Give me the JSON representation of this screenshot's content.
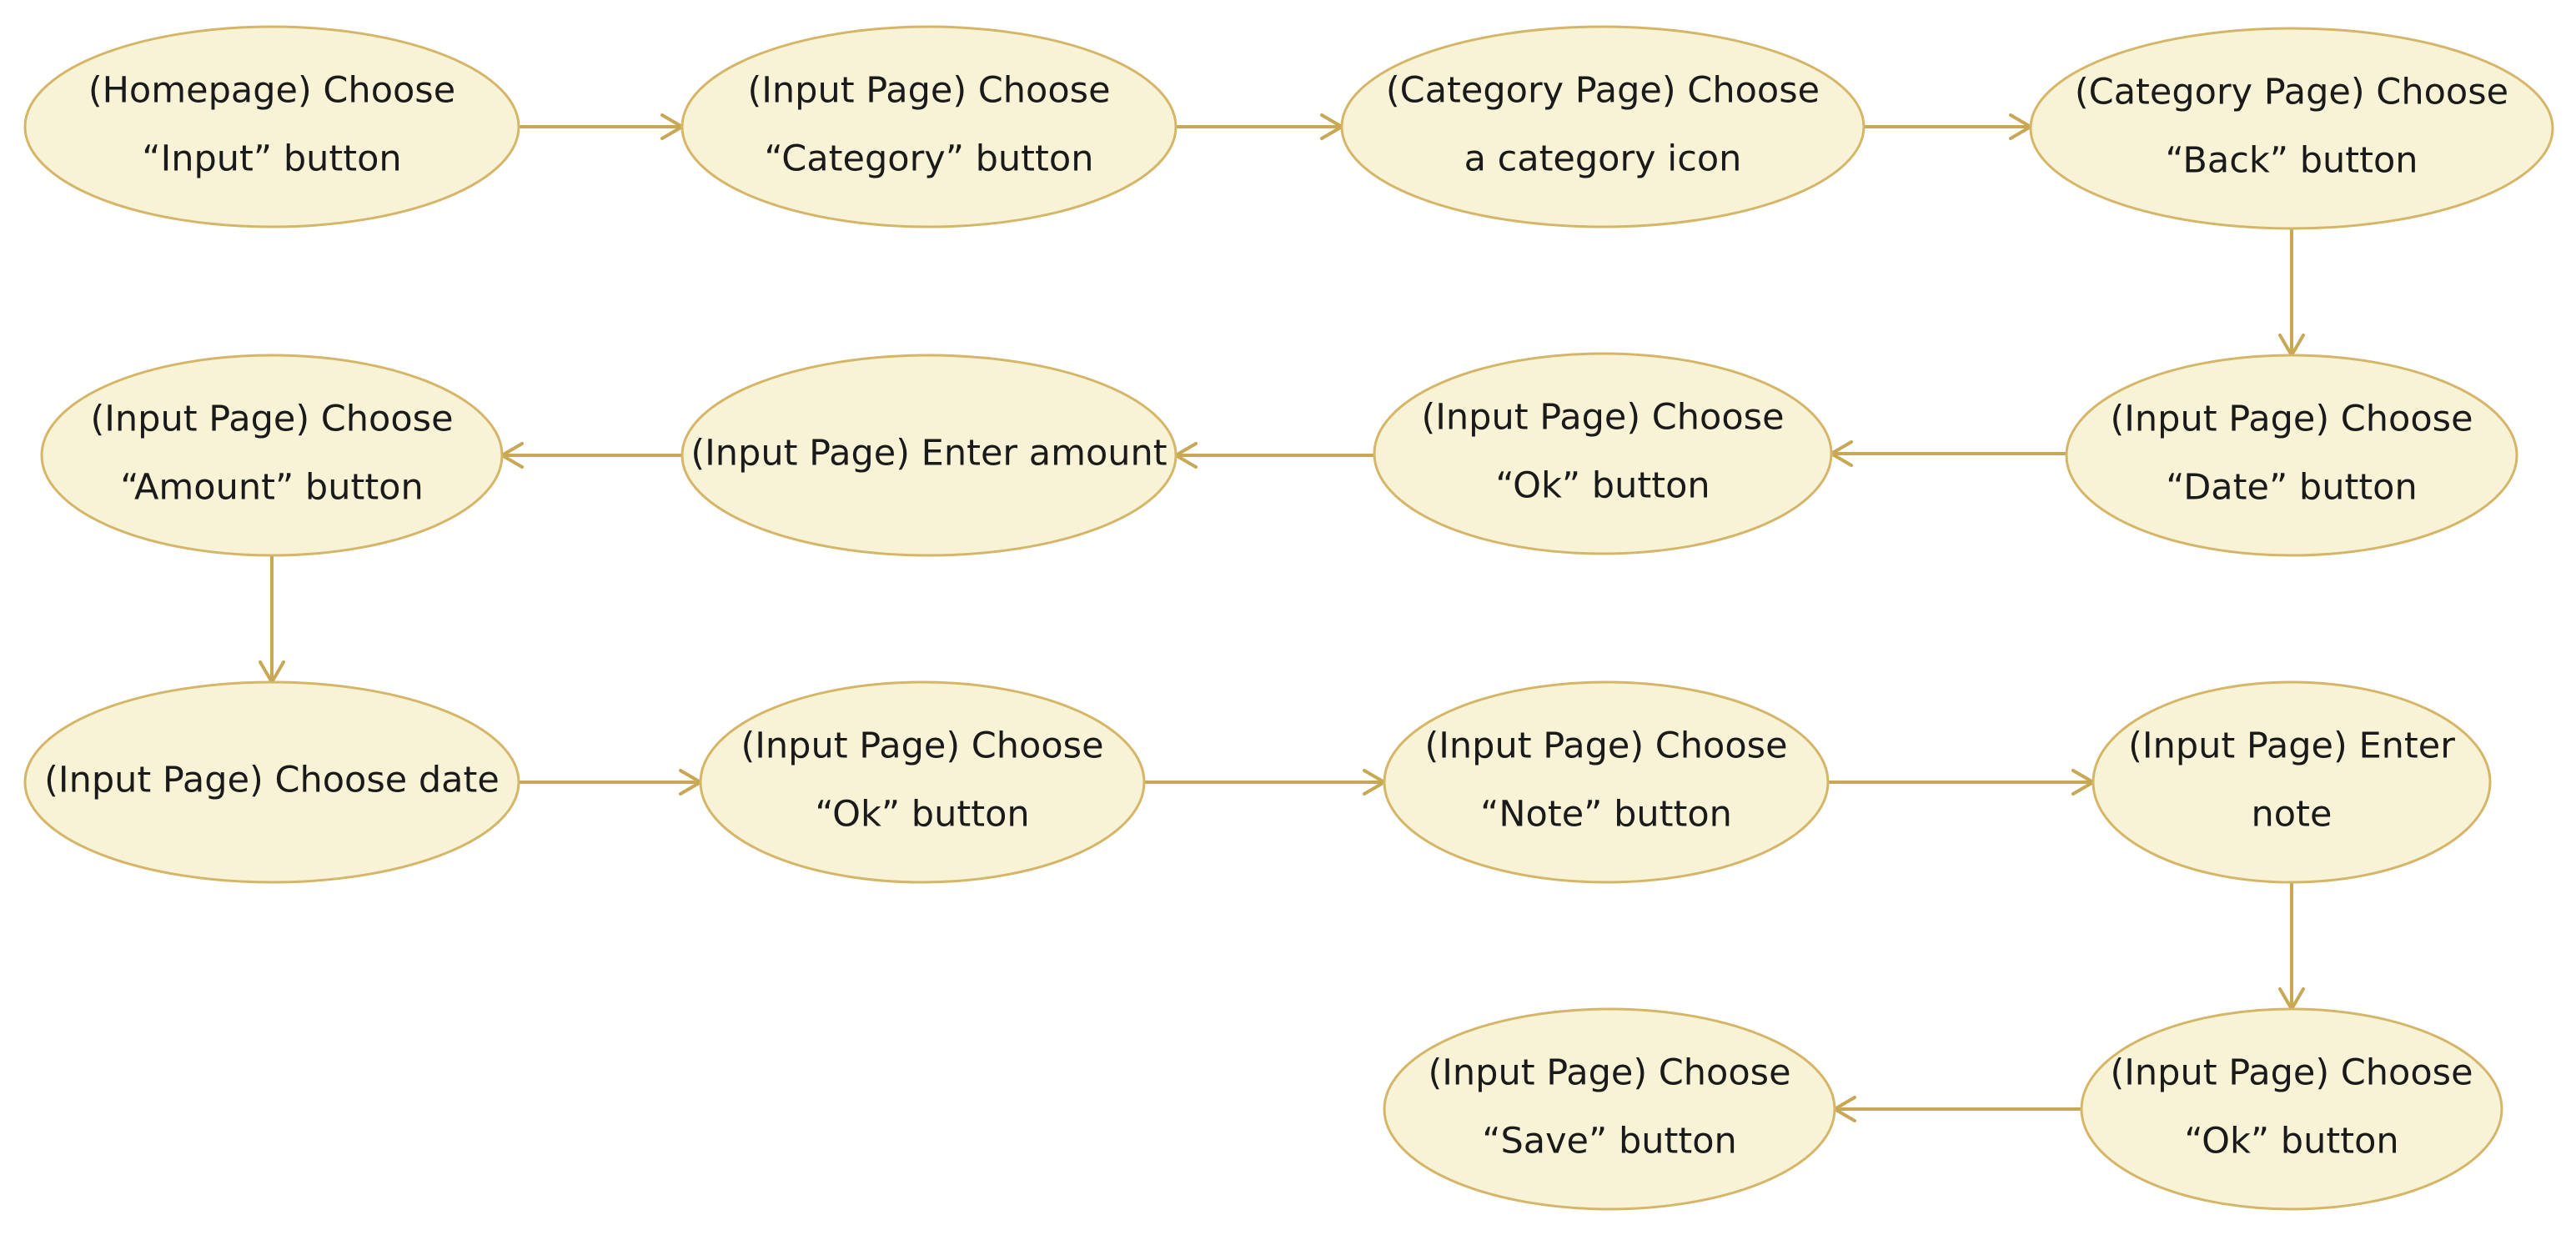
{
  "colors": {
    "node_fill": "#f8f3d7",
    "node_stroke": "#d5b668",
    "edge": "#c8a755",
    "text": "#1a1a1a"
  },
  "nodes": [
    {
      "id": "n1",
      "lines": [
        "(Homepage) Choose",
        "“Input” button"
      ]
    },
    {
      "id": "n2",
      "lines": [
        "(Input Page) Choose",
        "“Category” button"
      ]
    },
    {
      "id": "n3",
      "lines": [
        "(Category Page) Choose",
        "a category icon"
      ]
    },
    {
      "id": "n4",
      "lines": [
        "(Category Page) Choose",
        "“Back” button"
      ]
    },
    {
      "id": "n5",
      "lines": [
        "(Input Page) Choose",
        "“Date” button"
      ]
    },
    {
      "id": "n6",
      "lines": [
        "(Input Page) Choose",
        "“Ok” button"
      ]
    },
    {
      "id": "n7",
      "lines": [
        "(Input Page) Enter amount"
      ]
    },
    {
      "id": "n8",
      "lines": [
        "(Input Page) Choose",
        "“Amount” button"
      ]
    },
    {
      "id": "n9",
      "lines": [
        "(Input Page) Choose date"
      ]
    },
    {
      "id": "n10",
      "lines": [
        "(Input Page) Choose",
        "“Ok” button"
      ]
    },
    {
      "id": "n11",
      "lines": [
        "(Input Page) Choose",
        "“Note” button"
      ]
    },
    {
      "id": "n12",
      "lines": [
        "(Input Page) Enter",
        "note"
      ]
    },
    {
      "id": "n13",
      "lines": [
        "(Input Page) Choose",
        "“Ok” button"
      ]
    },
    {
      "id": "n14",
      "lines": [
        "(Input Page) Choose",
        "“Save” button"
      ]
    }
  ],
  "edges": [
    {
      "from": "n1",
      "to": "n2"
    },
    {
      "from": "n2",
      "to": "n3"
    },
    {
      "from": "n3",
      "to": "n4"
    },
    {
      "from": "n4",
      "to": "n5"
    },
    {
      "from": "n5",
      "to": "n6"
    },
    {
      "from": "n6",
      "to": "n7"
    },
    {
      "from": "n7",
      "to": "n8"
    },
    {
      "from": "n8",
      "to": "n9"
    },
    {
      "from": "n9",
      "to": "n10"
    },
    {
      "from": "n10",
      "to": "n11"
    },
    {
      "from": "n11",
      "to": "n12"
    },
    {
      "from": "n12",
      "to": "n13"
    },
    {
      "from": "n13",
      "to": "n14"
    }
  ]
}
